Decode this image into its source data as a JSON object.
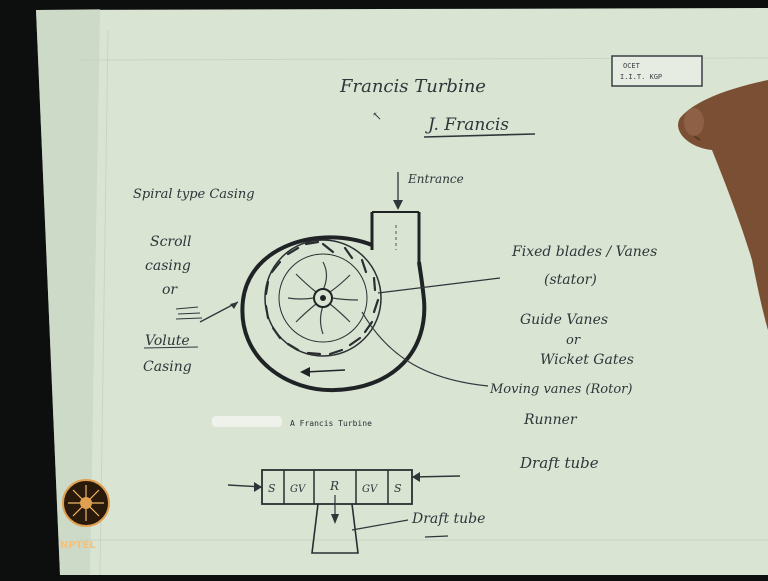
{
  "board": {
    "title": "Francis Turbine",
    "subtitle": "J. Francis",
    "stamp_line1": "OCET",
    "stamp_line2": "I.I.T. KGP"
  },
  "annotations": {
    "spiral_casing": "Spiral type Casing",
    "entrance": "Entrance",
    "scroll_casing_1": "Scroll",
    "scroll_casing_2": "casing",
    "or_1": "or",
    "volute_1": "Volute",
    "volute_2": "Casing",
    "fixed_blades": "Fixed blades / Vanes",
    "stator": "(stator)",
    "guide_vanes": "Guide Vanes",
    "or_2": "or",
    "wicket_gates": "Wicket Gates",
    "moving_vanes": "Moving vanes (Rotor)",
    "runner": "Runner",
    "draft_tube_1": "Draft tube",
    "figure_caption": "A Francis Turbine",
    "draft_tube_2": "Draft tube"
  },
  "flow_diagram": {
    "boxes": [
      "S",
      "GV",
      "R",
      "GV",
      "S"
    ]
  },
  "logo": {
    "text": "NPTEL"
  }
}
